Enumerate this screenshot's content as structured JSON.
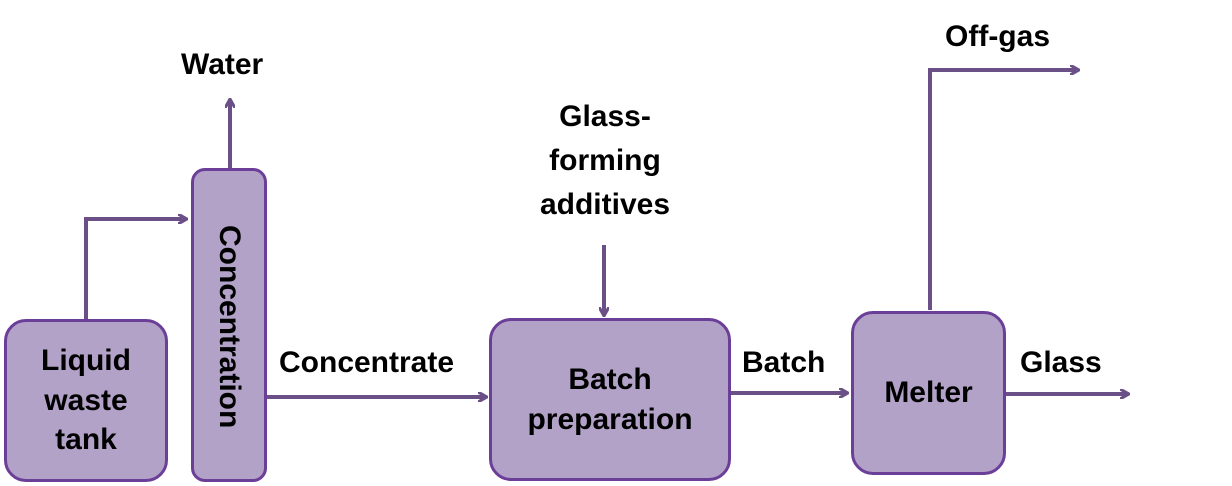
{
  "diagram": {
    "boxes": {
      "liquid_waste_tank": [
        "Liquid",
        "waste",
        "tank"
      ],
      "concentration": "Concentration",
      "batch_preparation": [
        "Batch",
        "preparation"
      ],
      "melter": "Melter"
    },
    "labels": {
      "water": "Water",
      "glass_forming_additives": [
        "Glass-",
        "forming",
        "additives"
      ],
      "concentrate": "Concentrate",
      "batch": "Batch",
      "off_gas": "Off-gas",
      "glass": "Glass"
    },
    "colors": {
      "box_fill": "#b3a2c8",
      "box_border": "#6b3f98",
      "arrow": "#6b4f87"
    }
  }
}
